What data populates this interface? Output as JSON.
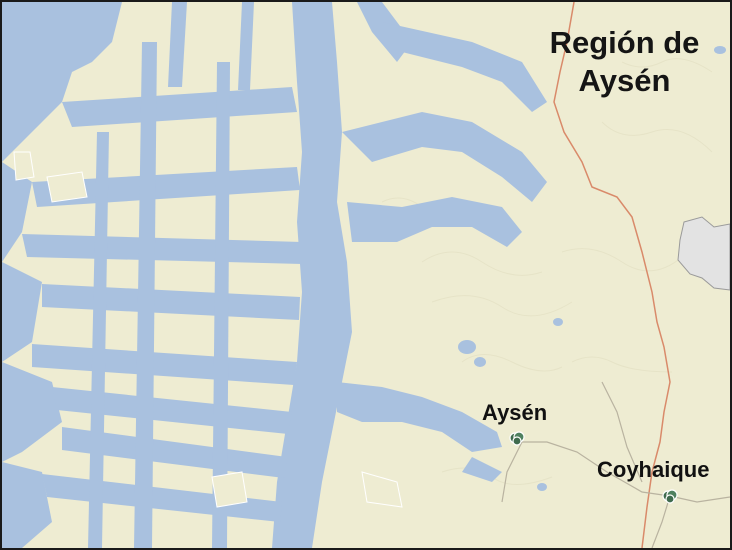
{
  "map": {
    "region_label_line1": "Región de",
    "region_label_line2": "Aysén",
    "cities": [
      {
        "name": "Aysén",
        "marker_icon": "city-cluster-marker"
      },
      {
        "name": "Coyhaique",
        "marker_icon": "city-cluster-marker"
      }
    ],
    "colors": {
      "land": "#eeecd2",
      "water": "#a9c1df",
      "border": "#d98a6a",
      "neighbor_region": "#e3e3e3",
      "road": "#b9b3a0",
      "marker": "#3f6b4e"
    }
  }
}
